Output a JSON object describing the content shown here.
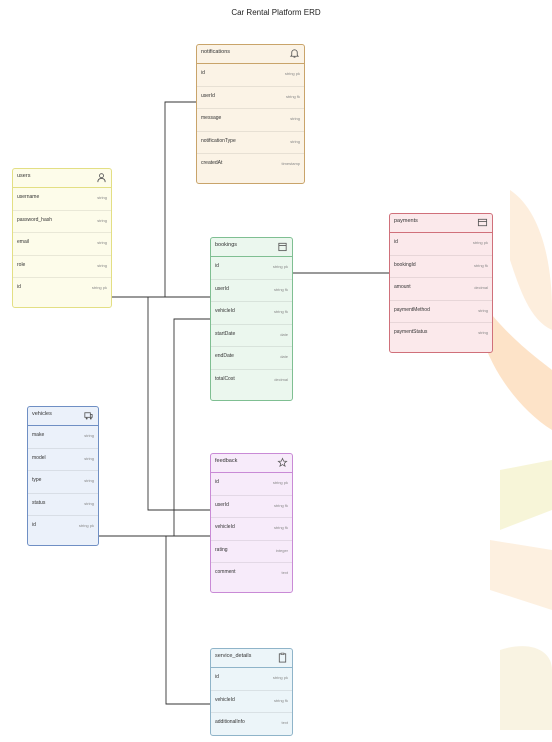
{
  "diagram": {
    "title": "Car Rental Platform ERD"
  },
  "entities": {
    "notifications": {
      "name": "notifications",
      "icon": "bell-icon",
      "color": "#c9a46a",
      "bg": "#fbf3e6",
      "fields": [
        {
          "name": "id",
          "type": "string pk"
        },
        {
          "name": "userId",
          "type": "string fk"
        },
        {
          "name": "message",
          "type": "string"
        },
        {
          "name": "notificationType",
          "type": "string"
        },
        {
          "name": "createdAt",
          "type": "timestamp"
        }
      ]
    },
    "users": {
      "name": "users",
      "icon": "user-icon",
      "color": "#e3df84",
      "bg": "#fdfcea",
      "fields": [
        {
          "name": "username",
          "type": "string"
        },
        {
          "name": "password_hash",
          "type": "string"
        },
        {
          "name": "email",
          "type": "string"
        },
        {
          "name": "role",
          "type": "string"
        },
        {
          "name": "id",
          "type": "string pk"
        }
      ]
    },
    "bookings": {
      "name": "bookings",
      "icon": "calendar-icon",
      "color": "#7fbf92",
      "bg": "#ebf7ee",
      "fields": [
        {
          "name": "id",
          "type": "string pk"
        },
        {
          "name": "userId",
          "type": "string fk"
        },
        {
          "name": "vehicleId",
          "type": "string fk"
        },
        {
          "name": "startDate",
          "type": "date"
        },
        {
          "name": "endDate",
          "type": "date"
        },
        {
          "name": "totalCost",
          "type": "decimal"
        }
      ]
    },
    "payments": {
      "name": "payments",
      "icon": "card-icon",
      "color": "#d0707a",
      "bg": "#fbe9eb",
      "fields": [
        {
          "name": "id",
          "type": "string pk"
        },
        {
          "name": "bookingId",
          "type": "string fk"
        },
        {
          "name": "amount",
          "type": "decimal"
        },
        {
          "name": "paymentMethod",
          "type": "string"
        },
        {
          "name": "paymentStatus",
          "type": "string"
        }
      ]
    },
    "vehicles": {
      "name": "vehicles",
      "icon": "car-icon",
      "color": "#6f8fc4",
      "bg": "#ebf1fa",
      "fields": [
        {
          "name": "make",
          "type": "string"
        },
        {
          "name": "model",
          "type": "string"
        },
        {
          "name": "type",
          "type": "string"
        },
        {
          "name": "status",
          "type": "string"
        },
        {
          "name": "id",
          "type": "string pk"
        }
      ]
    },
    "feedback": {
      "name": "feedback",
      "icon": "star-icon",
      "color": "#c98ad6",
      "bg": "#f7ebfa",
      "fields": [
        {
          "name": "id",
          "type": "string pk"
        },
        {
          "name": "userId",
          "type": "string fk"
        },
        {
          "name": "vehicleId",
          "type": "string fk"
        },
        {
          "name": "rating",
          "type": "integer"
        },
        {
          "name": "comment",
          "type": "text"
        }
      ]
    },
    "service_details": {
      "name": "service_details",
      "icon": "clipboard-icon",
      "color": "#8fb4c9",
      "bg": "#ecf5f9",
      "fields": [
        {
          "name": "id",
          "type": "string pk"
        },
        {
          "name": "vehicleId",
          "type": "string fk"
        },
        {
          "name": "additionalInfo",
          "type": "text"
        }
      ]
    }
  }
}
